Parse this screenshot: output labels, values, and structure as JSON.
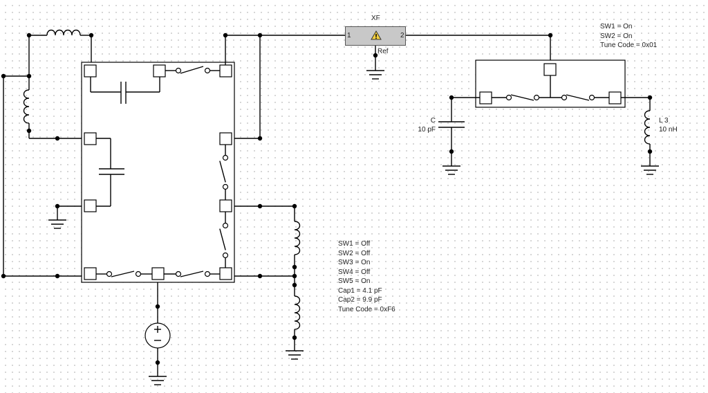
{
  "xf": {
    "name": "XF",
    "pin1": "1",
    "pin2": "2",
    "ref": "Ref"
  },
  "capacitor_c": {
    "name": "C",
    "value": "10 pF"
  },
  "inductor_l3": {
    "name": "L 3",
    "value": "10 nH"
  },
  "status_top": {
    "lines": [
      "SW1 = On",
      "SW2 = On",
      "Tune Code = 0x01"
    ]
  },
  "status_main": {
    "lines": [
      "SW1 = Off",
      "SW2 = Off",
      "SW3 = On",
      "SW4 = Off",
      "SW5 = On",
      "Cap1 = 4.1 pF",
      "Cap2 = 9.9 pF",
      "Tune Code = 0xF6"
    ]
  },
  "icons": {
    "warning": "warning-triangle-icon",
    "source": "voltage-source-icon",
    "ground": "ground-icon"
  }
}
